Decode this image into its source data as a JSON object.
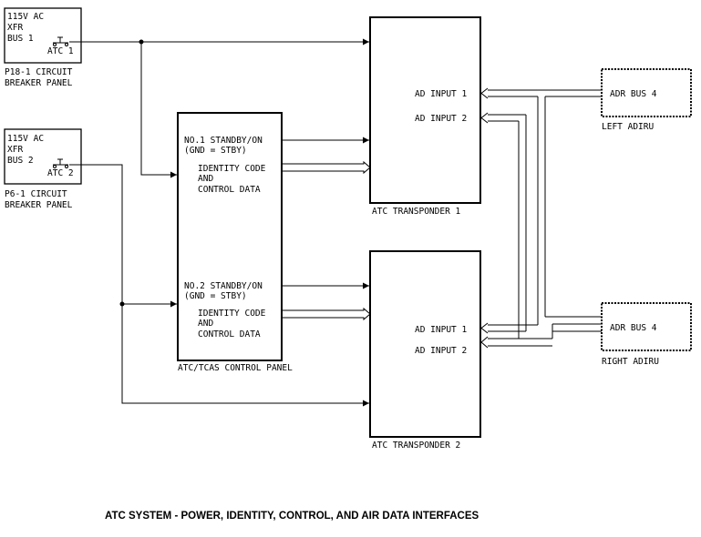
{
  "power_sources": {
    "bus1": {
      "l1": "115V AC",
      "l2": "XFR",
      "l3": "BUS 1",
      "breaker": "ATC 1",
      "panel_l1": "P18-1 CIRCUIT",
      "panel_l2": "BREAKER PANEL"
    },
    "bus2": {
      "l1": "115V AC",
      "l2": "XFR",
      "l3": "BUS 2",
      "breaker": "ATC 2",
      "panel_l1": "P6-1 CIRCUIT",
      "panel_l2": "BREAKER PANEL"
    }
  },
  "control_panel": {
    "title": "ATC/TCAS CONTROL PANEL",
    "no1_l1": "NO.1 STANDBY/ON",
    "no1_l2": "(GND = STBY)",
    "id1_l1": "IDENTITY CODE",
    "id1_l2": "AND",
    "id1_l3": "CONTROL DATA",
    "no2_l1": "NO.2 STANDBY/ON",
    "no2_l2": "(GND = STBY)",
    "id2_l1": "IDENTITY CODE",
    "id2_l2": "AND",
    "id2_l3": "CONTROL DATA"
  },
  "transponder1": {
    "title": "ATC TRANSPONDER 1",
    "in1": "AD INPUT 1",
    "in2": "AD INPUT 2"
  },
  "transponder2": {
    "title": "ATC TRANSPONDER 2",
    "in1": "AD INPUT 1",
    "in2": "AD INPUT 2"
  },
  "adiru_left": {
    "bus": "ADR BUS 4",
    "label": "LEFT ADIRU"
  },
  "adiru_right": {
    "bus": "ADR BUS 4",
    "label": "RIGHT ADIRU"
  },
  "caption": "ATC SYSTEM - POWER, IDENTITY, CONTROL, AND AIR DATA INTERFACES"
}
